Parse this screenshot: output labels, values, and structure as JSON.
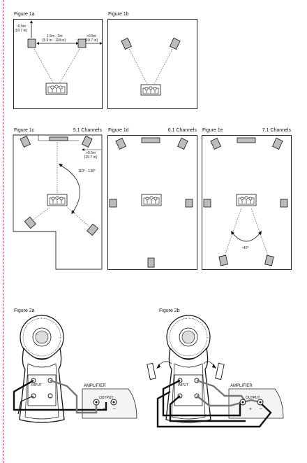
{
  "figures": {
    "f1a": {
      "label": "Figure 1a",
      "left_dim": "~0.5m",
      "left_dim_in": "[19.7 in]",
      "mid_dim": "1.5m - 3m",
      "mid_dim_in": "[5.9 in - 118 in]",
      "right_dim": ">0.5m",
      "right_dim_in": "[19.7 in]"
    },
    "f1b": {
      "label": "Figure 1b"
    },
    "f1c": {
      "label": "Figure 1c",
      "channels": "5.1 Channels",
      "dim": ">0.5m",
      "dim_in": "[19.7 in]",
      "angle": "110° - 130°"
    },
    "f1d": {
      "label": "Figure 1d",
      "channels": "6.1 Channels"
    },
    "f1e": {
      "label": "Figure 1e",
      "channels": "7.1 Channels",
      "angle": "~40°"
    },
    "f2a": {
      "label": "Figure 2a",
      "amplifier": "AMPLIFIER",
      "output": "OUTPUT",
      "plus": "+",
      "minus": "−",
      "input": "INPUT"
    },
    "f2b": {
      "label": "Figure 2b",
      "amplifier": "AMPLIFIER",
      "output": "OUTPUT",
      "plus": "+",
      "minus": "−",
      "input": "INPUT"
    }
  }
}
